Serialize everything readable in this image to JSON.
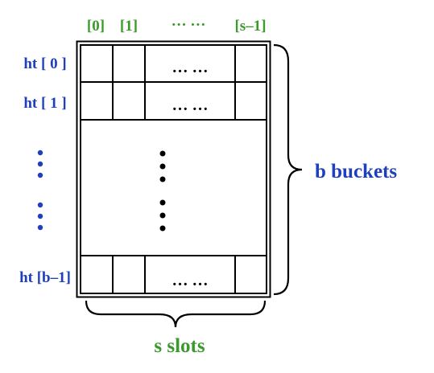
{
  "column_labels": {
    "first": "[0]",
    "second": "[1]",
    "ellipsis": "… …",
    "last": "[s–1]"
  },
  "row_labels": {
    "first": "ht [ 0 ]",
    "second": "ht [ 1 ]",
    "last": "ht [b–1]"
  },
  "cell_ellipsis": "… …",
  "buckets_label": "b buckets",
  "slots_label": "s slots",
  "colors": {
    "row_label": "#1f3fbf",
    "column_label": "#3c9a2c",
    "buckets_label": "#1f3fbf",
    "slots_label": "#3c9a2c",
    "line": "#000000"
  }
}
